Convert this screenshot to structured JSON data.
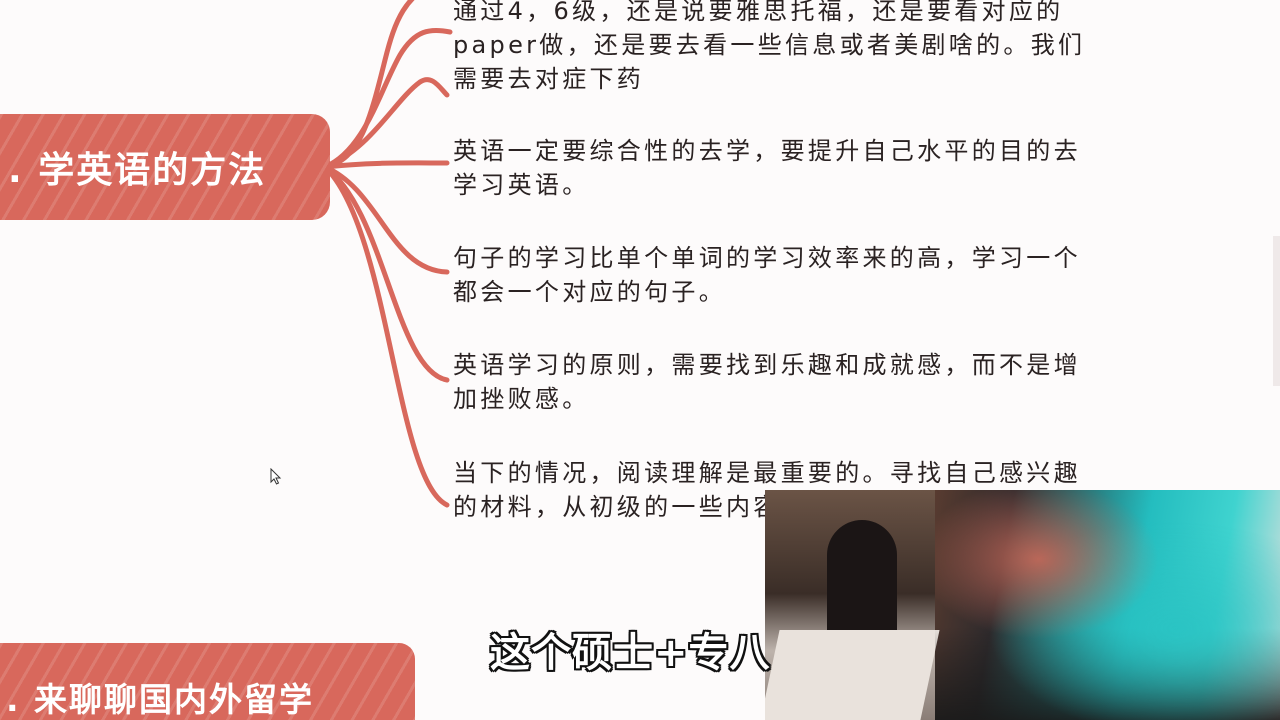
{
  "mindmap": {
    "topic_main": ". 学英语的方法",
    "topic_bottom": ". 来聊聊国内外留学",
    "notes": [
      "通过4，6级，还是说要雅思托福，还是要看对应的paper做，还是要去看一些信息或者美剧啥的。我们需要去对症下药",
      "英语一定要综合性的去学，要提升自己水平的目的去学习英语。",
      "句子的学习比单个单词的学习效率来的高，学习一个都会一个对应的句子。",
      "英语学习的原则，需要找到乐趣和成就感，而不是增加挫败感。",
      "当下的情况，阅读理解是最重要的。寻找自己感兴趣的材料，从初级的一些内容切入开始提高的"
    ]
  },
  "video_overlay": {
    "subtitle": "这个硕士+专八"
  },
  "colors": {
    "accent": "#d8685c",
    "background": "#fdfbfb",
    "text": "#2a2222"
  },
  "icons": [
    "mouse-cursor-icon"
  ]
}
